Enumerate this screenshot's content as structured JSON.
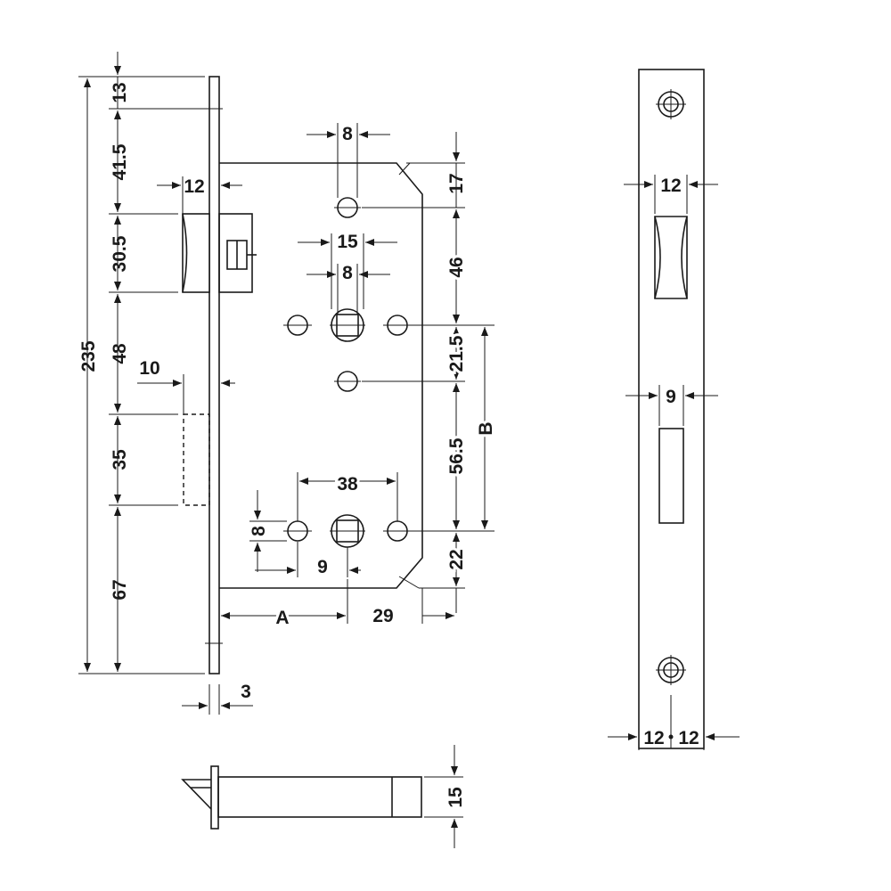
{
  "dimensions": {
    "d13": "13",
    "d41_5": "41.5",
    "d12_top": "12",
    "d30_5": "30.5",
    "d235": "235",
    "d48": "48",
    "d10": "10",
    "d35": "35",
    "d67": "67",
    "d3": "3",
    "d8_top": "8",
    "d15": "15",
    "d8_inner": "8",
    "d17": "17",
    "d46": "46",
    "d21_5": "21.5",
    "d56_5": "56.5",
    "dB": "B",
    "d38": "38",
    "d8_side": "8",
    "d9_bottom": "9",
    "d22": "22",
    "dA": "A",
    "d29": "29",
    "d15_bolt": "15",
    "d12_strike": "12",
    "d9_strike": "9",
    "d12_left": "12",
    "d12_right": "12"
  }
}
